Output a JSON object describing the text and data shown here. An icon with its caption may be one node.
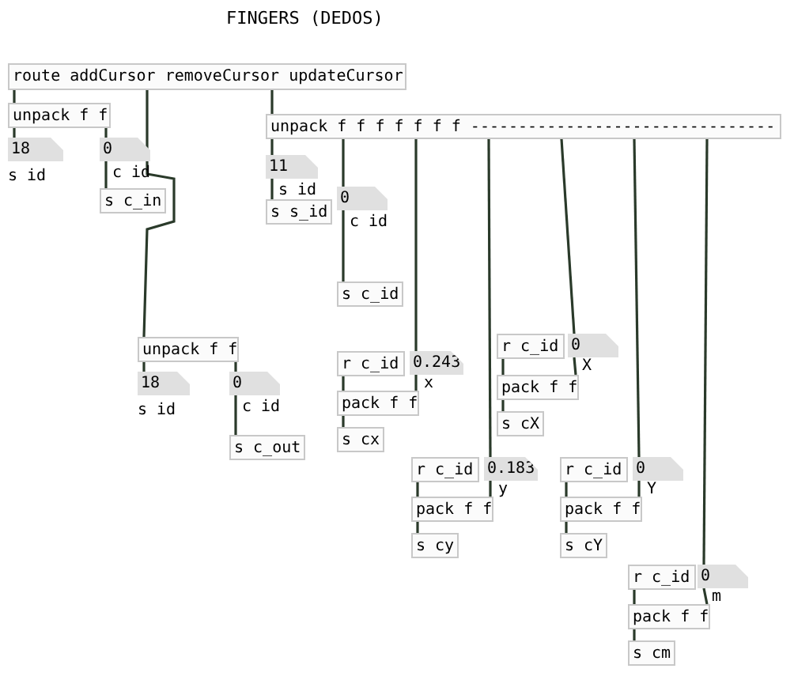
{
  "diagram": {
    "title": "FINGERS (DEDOS)",
    "nodes": [
      {
        "text": [
          "route addCursor removeCursor updateCursor"
        ]
      },
      {
        "text": [
          "unpack f f"
        ]
      },
      {
        "text": [
          "18"
        ],
        "beside": [
          "s id"
        ]
      },
      {
        "text": [
          "0"
        ],
        "beside": [
          "c id"
        ]
      },
      {
        "text": [
          "s c_in"
        ]
      },
      {
        "text": [
          "unpack f f f f f f f --------------------------------"
        ]
      },
      {
        "text": [
          "11"
        ],
        "beside": [
          "s id"
        ]
      },
      {
        "text": [
          "s s_id"
        ]
      },
      {
        "text": [
          "0"
        ],
        "beside": [
          "c id"
        ]
      },
      {
        "text": [
          "s c_id"
        ]
      },
      {
        "text": [
          "unpack f f"
        ]
      },
      {
        "text": [
          "18"
        ],
        "beside": [
          "s id"
        ]
      },
      {
        "text": [
          "0"
        ],
        "beside": [
          "c id"
        ]
      },
      {
        "text": [
          "s c_out"
        ]
      },
      {
        "text": [
          "r c_id"
        ]
      },
      {
        "text": [
          "0.243"
        ],
        "beside": [
          "x"
        ]
      },
      {
        "text": [
          "pack f f"
        ]
      },
      {
        "text": [
          "s cx"
        ]
      },
      {
        "text": [
          "r c_id"
        ]
      },
      {
        "text": [
          "0"
        ],
        "beside": [
          "X"
        ]
      },
      {
        "text": [
          "pack f f"
        ]
      },
      {
        "text": [
          "s cX"
        ]
      },
      {
        "text": [
          "r c_id"
        ]
      },
      {
        "text": [
          "0.183"
        ],
        "beside": [
          "y"
        ]
      },
      {
        "text": [
          "pack f f"
        ]
      },
      {
        "text": [
          "s cy"
        ]
      },
      {
        "text": [
          "r c_id"
        ]
      },
      {
        "text": [
          "0"
        ],
        "beside": [
          "Y"
        ]
      },
      {
        "text": [
          "pack f f"
        ]
      },
      {
        "text": [
          "s cY"
        ]
      },
      {
        "text": [
          "r c_id"
        ]
      },
      {
        "text": [
          "0"
        ],
        "beside": [
          "m"
        ]
      },
      {
        "text": [
          "pack f f"
        ]
      },
      {
        "text": [
          "s cm"
        ]
      }
    ],
    "edges": [
      {
        "from": 0,
        "to": 1,
        "arrow": "none"
      },
      {
        "from": 0,
        "to": 10,
        "arrow": "none"
      },
      {
        "from": 0,
        "to": 5,
        "arrow": "none"
      },
      {
        "from": 1,
        "to": 2,
        "arrow": "none"
      },
      {
        "from": 1,
        "to": 3,
        "arrow": "none"
      },
      {
        "from": 3,
        "to": 4,
        "arrow": "none"
      },
      {
        "from": 5,
        "to": 6,
        "arrow": "none"
      },
      {
        "from": 6,
        "to": 7,
        "arrow": "none"
      },
      {
        "from": 5,
        "to": 8,
        "arrow": "none"
      },
      {
        "from": 8,
        "to": 9,
        "arrow": "none"
      },
      {
        "from": 5,
        "to": 15,
        "arrow": "none"
      },
      {
        "from": 5,
        "to": 23,
        "arrow": "none"
      },
      {
        "from": 5,
        "to": 19,
        "arrow": "none"
      },
      {
        "from": 5,
        "to": 27,
        "arrow": "none"
      },
      {
        "from": 5,
        "to": 31,
        "arrow": "none"
      },
      {
        "from": 10,
        "to": 11,
        "arrow": "none"
      },
      {
        "from": 10,
        "to": 12,
        "arrow": "none"
      },
      {
        "from": 12,
        "to": 13,
        "arrow": "none"
      },
      {
        "from": 14,
        "to": 16,
        "arrow": "none"
      },
      {
        "from": 15,
        "to": 16,
        "arrow": "none"
      },
      {
        "from": 16,
        "to": 17,
        "arrow": "none"
      },
      {
        "from": 18,
        "to": 20,
        "arrow": "none"
      },
      {
        "from": 19,
        "to": 20,
        "arrow": "none"
      },
      {
        "from": 20,
        "to": 21,
        "arrow": "none"
      },
      {
        "from": 22,
        "to": 24,
        "arrow": "none"
      },
      {
        "from": 23,
        "to": 24,
        "arrow": "none"
      },
      {
        "from": 24,
        "to": 25,
        "arrow": "none"
      },
      {
        "from": 26,
        "to": 28,
        "arrow": "none"
      },
      {
        "from": 27,
        "to": 28,
        "arrow": "none"
      },
      {
        "from": 28,
        "to": 29,
        "arrow": "none"
      },
      {
        "from": 30,
        "to": 32,
        "arrow": "none"
      },
      {
        "from": 31,
        "to": 32,
        "arrow": "none"
      },
      {
        "from": 32,
        "to": 33,
        "arrow": "none"
      }
    ]
  }
}
